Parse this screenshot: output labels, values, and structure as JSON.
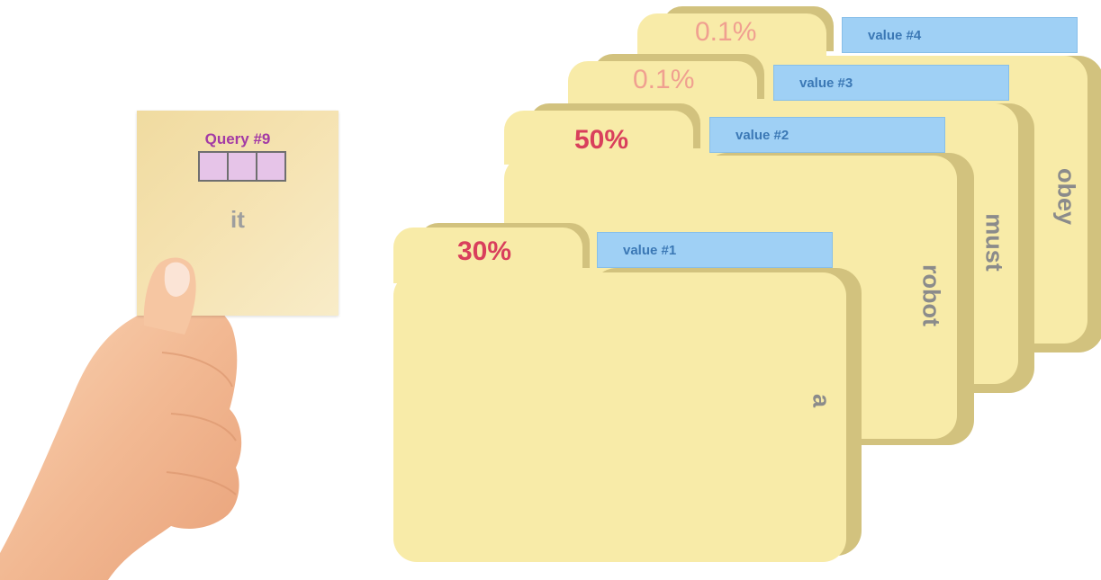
{
  "query": {
    "title": "Query #9",
    "word": "it"
  },
  "folders": [
    {
      "percent": "0.1%",
      "value_label": "value #4",
      "word": "obey",
      "percent_color": "#f0a090"
    },
    {
      "percent": "0.1%",
      "value_label": "value #3",
      "word": "must",
      "percent_color": "#f0a090"
    },
    {
      "percent": "50%",
      "value_label": "value #2",
      "word": "robot",
      "percent_color": "#d93f5c"
    },
    {
      "percent": "30%",
      "value_label": "value #1",
      "word": "a",
      "percent_color": "#d93f5c"
    }
  ]
}
